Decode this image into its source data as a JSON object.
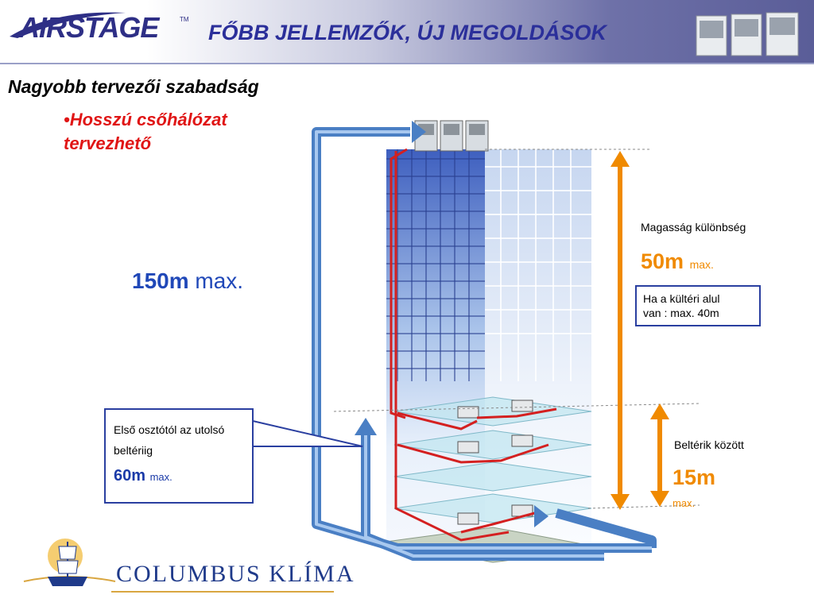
{
  "header": {
    "logo_text": "AIRSTAGE",
    "logo_tm": "TM",
    "title": "FŐBB JELLEMZŐK, ÚJ MEGOLDÁSOK"
  },
  "subtitle": "Nagyobb tervezői szabadság",
  "bullet": {
    "marker": "•",
    "line1": "Hosszú csőhálózat",
    "line2": "tervezhető"
  },
  "pipe_total": {
    "value": "150m",
    "suffix": "max."
  },
  "height_diff": {
    "label": "Magasság különbség",
    "value": "50m",
    "suffix": "max.",
    "note_line1": "Ha a kültéri alul",
    "note_line2": "van : max. 40m"
  },
  "indoor_diff": {
    "label": "Beltérik között",
    "value": "15m",
    "suffix": "max."
  },
  "branch": {
    "line1": "Első osztótól az utolsó",
    "line2": "beltériig",
    "value": "60m",
    "suffix": "max."
  },
  "footer": {
    "brand": "COLUMBUS KLÍMA"
  },
  "colors": {
    "title_blue": "#2b2f9a",
    "bullet_red": "#e01515",
    "value_blue": "#2048b8",
    "orange": "#f08a00",
    "pipe_blue": "#4a7fc4",
    "pipe_red": "#d42020"
  }
}
